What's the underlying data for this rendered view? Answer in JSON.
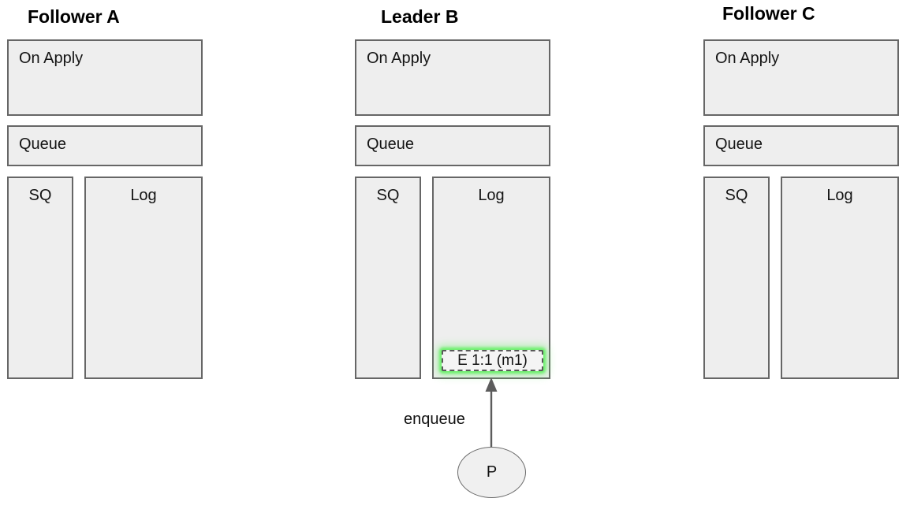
{
  "diagram": {
    "nodes": [
      {
        "id": "follower-a",
        "title": "Follower A",
        "on_apply_label": "On Apply",
        "queue_label": "Queue",
        "sq_label": "SQ",
        "log_label": "Log"
      },
      {
        "id": "leader-b",
        "title": "Leader B",
        "on_apply_label": "On Apply",
        "queue_label": "Queue",
        "sq_label": "SQ",
        "log_label": "Log",
        "log_entry_label": "E 1:1 (m1)"
      },
      {
        "id": "follower-c",
        "title": "Follower C",
        "on_apply_label": "On Apply",
        "queue_label": "Queue",
        "sq_label": "SQ",
        "log_label": "Log"
      }
    ],
    "producer": {
      "label": "P",
      "action_label": "enqueue"
    }
  },
  "colors": {
    "box_fill": "#eeeeee",
    "box_border": "#666666",
    "entry_fill": "#f4f4f4",
    "entry_glow": "#6ef06e",
    "arrow": "#5c5c5c"
  }
}
